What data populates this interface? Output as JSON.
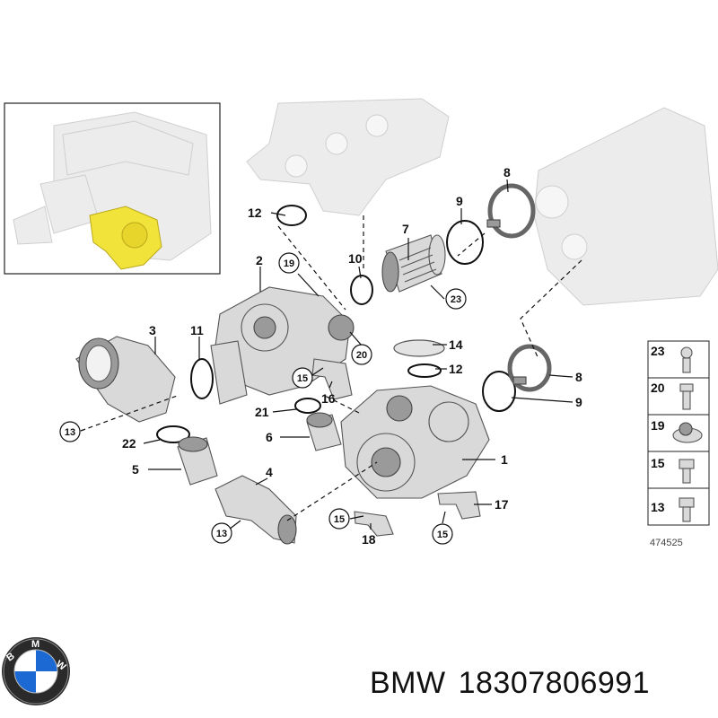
{
  "diagram": {
    "callouts": {
      "c1": "1",
      "c2": "2",
      "c3": "3",
      "c4": "4",
      "c5": "5",
      "c6": "6",
      "c7": "7",
      "c8a": "8",
      "c8b": "8",
      "c9a": "9",
      "c9b": "9",
      "c10": "10",
      "c11": "11",
      "c12a": "12",
      "c12b": "12",
      "c13a": "13",
      "c13b": "13",
      "c14": "14",
      "c15a": "15",
      "c15b": "15",
      "c15c": "15",
      "c16": "16",
      "c17": "17",
      "c18": "18",
      "c19": "19",
      "c20": "20",
      "c21": "21",
      "c22": "22",
      "c23": "23"
    },
    "fastener_legend": [
      "23",
      "20",
      "19",
      "15",
      "13"
    ],
    "reference_id": "474525"
  },
  "footer": {
    "brand": "BMW",
    "part_number": "18307806991"
  },
  "colors": {
    "highlight_part": "#f2e33a",
    "bmw_blue": "#1c69d4"
  }
}
